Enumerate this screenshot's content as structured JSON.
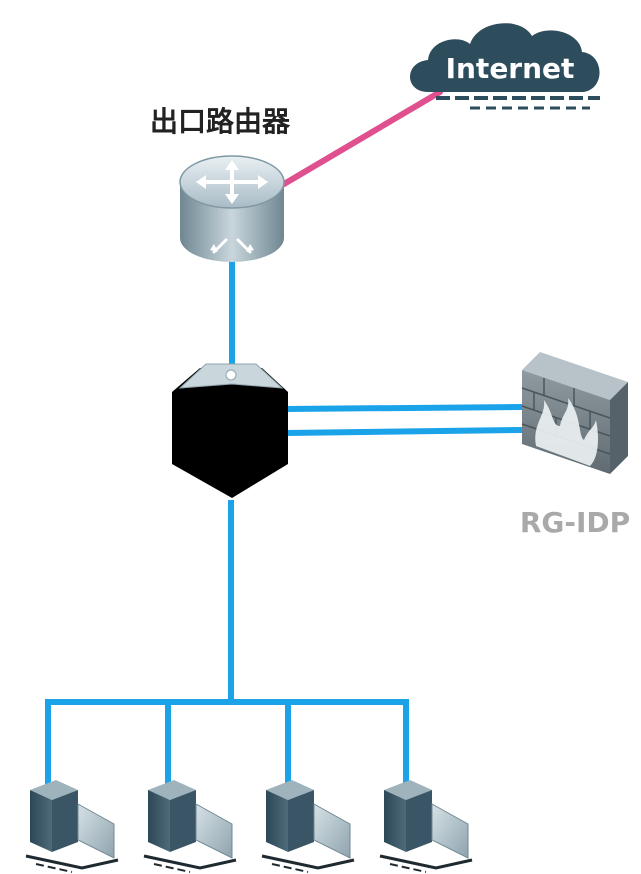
{
  "nodes": {
    "internet": {
      "label": "Internet"
    },
    "router": {
      "label": "出口路由器"
    },
    "switch": {
      "label": ""
    },
    "idp": {
      "label": "RG-IDP"
    },
    "hosts": [
      {
        "label": ""
      },
      {
        "label": ""
      },
      {
        "label": ""
      },
      {
        "label": ""
      }
    ]
  },
  "colors": {
    "link_blue": "#1AA3E8",
    "link_pink": "#E0508F",
    "cloud_dark": "#2E4D5C",
    "router_body": "#9FB3BD",
    "switch_body": "#000000",
    "firewall_brick": "#7C8B93",
    "idp_label": "#A9A9A9"
  },
  "icons": {
    "internet": "cloud-icon",
    "router": "router-icon",
    "switch": "switch-icon",
    "idp": "firewall-icon",
    "host": "pc-icon"
  }
}
